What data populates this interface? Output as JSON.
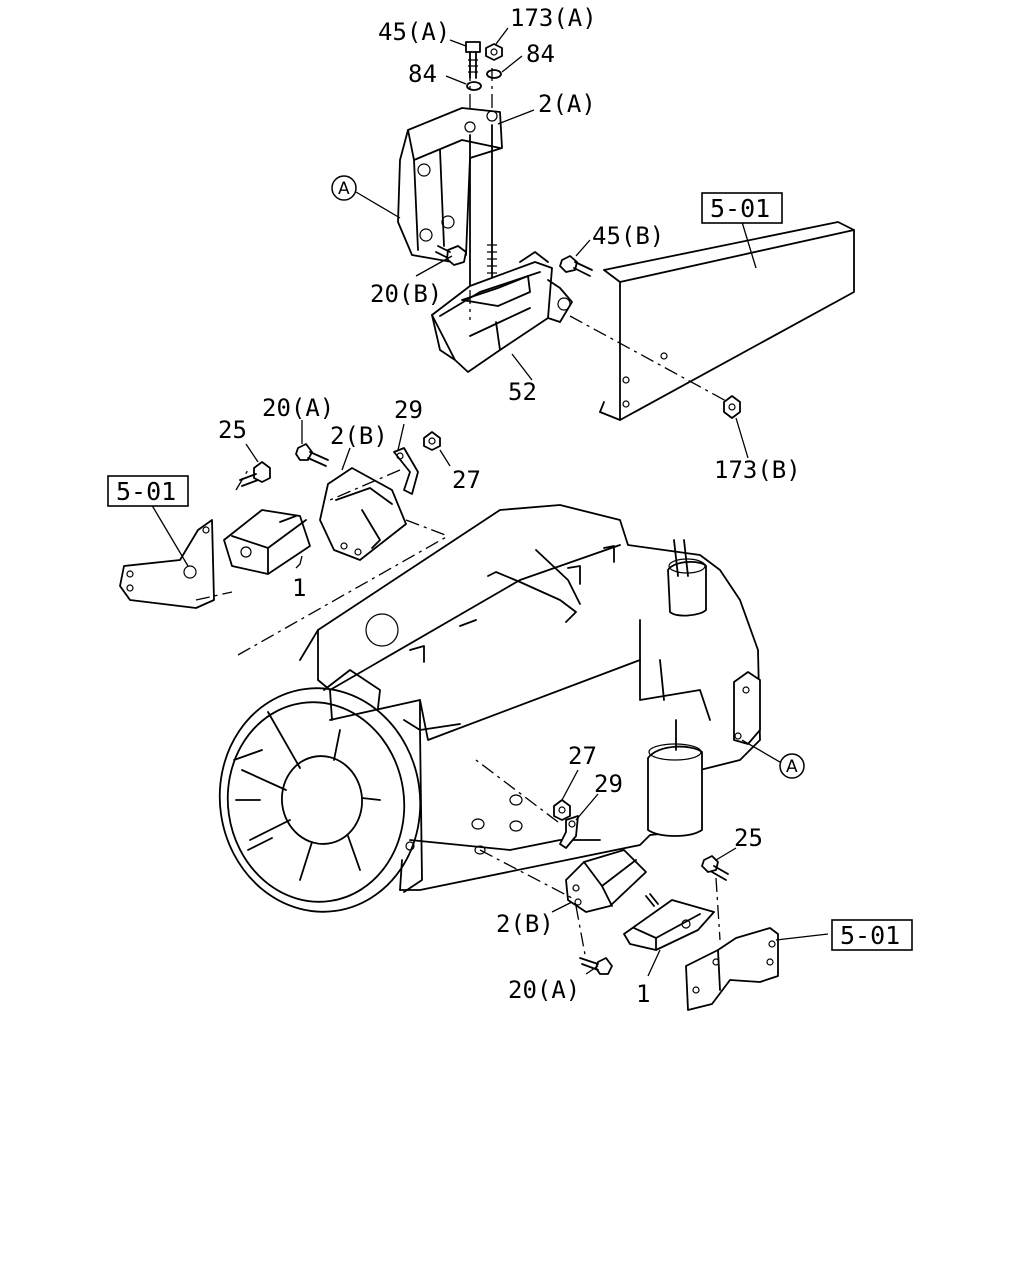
{
  "diagram": {
    "callouts": {
      "c_45a": "45(A)",
      "c_173a": "173(A)",
      "c_84_left": "84",
      "c_84_right": "84",
      "c_2a": "2(A)",
      "c_A_top": "A",
      "c_501_top": "5-01",
      "c_45b": "45(B)",
      "c_20b": "20(B)",
      "c_52": "52",
      "c_173b": "173(B)",
      "c_20a_top": "20(A)",
      "c_29_top": "29",
      "c_25_top": "25",
      "c_2b_top": "2(B)",
      "c_27_top": "27",
      "c_501_left": "5-01",
      "c_1_top": "1",
      "c_A_right": "A",
      "c_27_bottom": "27",
      "c_29_bottom": "29",
      "c_25_bottom": "25",
      "c_2b_bottom": "2(B)",
      "c_501_right": "5-01",
      "c_20a_bottom": "20(A)",
      "c_1_bottom": "1"
    }
  }
}
